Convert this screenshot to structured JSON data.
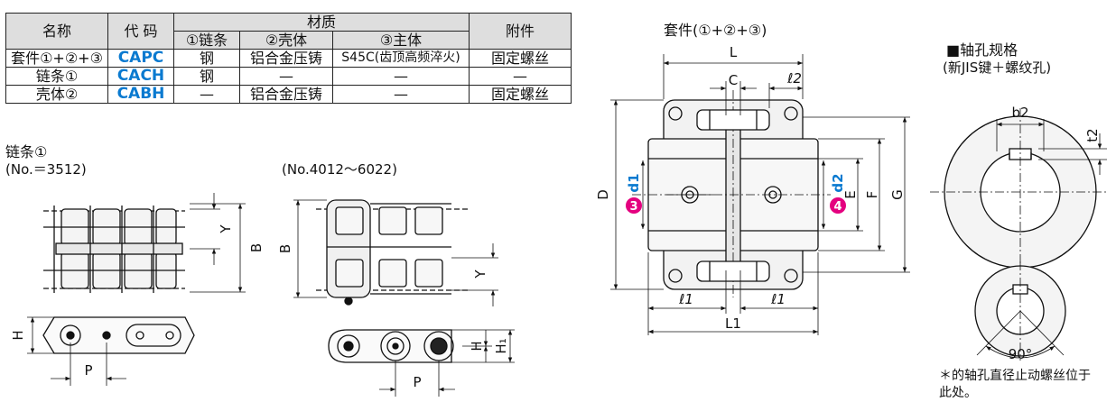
{
  "spec_table": {
    "headers": {
      "name": "名称",
      "code": "代 码",
      "material": "材质",
      "accessory": "附件",
      "mat_chain": "①链条",
      "mat_housing": "②壳体",
      "mat_body": "③主体"
    },
    "rows": [
      {
        "name": "套件①+②+③",
        "code": "CAPC",
        "chain": "钢",
        "housing": "铝合金压铸",
        "body": "S45C(齿顶高频淬火)",
        "accessory": "固定螺丝"
      },
      {
        "name": "链条①",
        "code": "CACH",
        "chain": "钢",
        "housing": "—",
        "body": "—",
        "accessory": "—"
      },
      {
        "name": "壳体②",
        "code": "CABH",
        "chain": "—",
        "housing": "铝合金压铸",
        "body": "—",
        "accessory": "固定螺丝"
      }
    ]
  },
  "chain_section": {
    "title": "链条①",
    "sub_left": "(No.＝3512)",
    "sub_right": "(No.4012～6022)",
    "dims": {
      "Y": "Y",
      "B": "B",
      "H": "H",
      "P": "P",
      "H1": "H₁"
    }
  },
  "kit_section": {
    "title": "套件(①+②+③)",
    "dims": {
      "L": "L",
      "C": "C",
      "l2": "ℓ2",
      "D": "D",
      "d1": "d1",
      "d2": "d2",
      "E": "E",
      "F": "F",
      "G": "G",
      "l1a": "ℓ1",
      "l1b": "ℓ1",
      "L1": "L1"
    },
    "marks": {
      "m3": "3",
      "m4": "4"
    },
    "mark_color": "#e4007f"
  },
  "bore_section": {
    "title": "■轴孔规格",
    "subtitle": "(新JIS键＋螺纹孔)",
    "dims": {
      "b2": "b2",
      "t2": "t2",
      "angle": "90°"
    },
    "note_line1": "＊的轴孔直径止动螺丝位于",
    "note_line2": "此处。"
  }
}
